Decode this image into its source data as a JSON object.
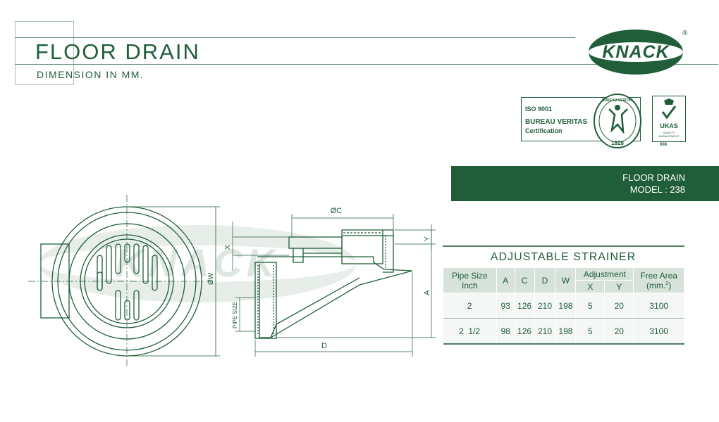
{
  "header": {
    "title": "FLOOR DRAIN",
    "subtitle": "DIMENSION IN MM."
  },
  "brand": {
    "logo_text": "KNACK",
    "registered_mark": "®",
    "watermark_text": "KNACK",
    "primary_color": "#1f5e38",
    "light_color": "#d6e2da"
  },
  "certification": {
    "iso": "ISO 9001",
    "body": "BUREAU VERITAS",
    "type": "Certification",
    "seal_top": "BUREAU VERITAS",
    "seal_year": "1828",
    "ukas": "UKAS",
    "ukas_sub1": "QUALITY",
    "ukas_sub2": "MANAGEMENT",
    "ukas_number": "008"
  },
  "banner": {
    "line1": "FLOOR DRAIN",
    "line2": "MODEL : 238"
  },
  "drawing_labels": {
    "c": "ØC",
    "x": "X",
    "y": "Y",
    "w": "ØW",
    "a": "A",
    "d": "D",
    "pipe_size": "PIPE SIZE"
  },
  "table": {
    "title": "ADJUSTABLE  STRAINER",
    "headers": {
      "pipe_size_1": "Pipe Size",
      "pipe_size_2": "Inch",
      "a": "A",
      "c": "C",
      "d": "D",
      "w": "W",
      "adjustment": "Adjustment",
      "x": "X",
      "y": "Y",
      "free_area_1": "Free Area",
      "free_area_2": "(mm.",
      "free_area_sup": "2",
      "free_area_close": ")"
    },
    "rows": [
      {
        "pipe": "2",
        "a": "93",
        "c": "126",
        "d": "210",
        "w": "198",
        "x": "5",
        "y": "20",
        "area": "3100"
      },
      {
        "pipe": "2  1/2",
        "a": "98",
        "c": "126",
        "d": "210",
        "w": "198",
        "x": "5",
        "y": "20",
        "area": "3100"
      }
    ]
  }
}
